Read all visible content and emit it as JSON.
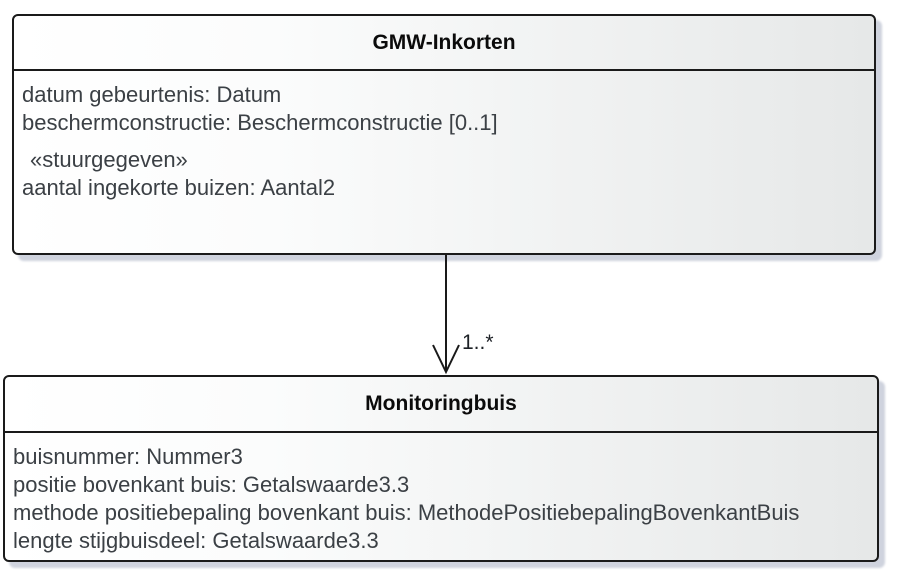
{
  "diagram": {
    "classes": [
      {
        "name": "GMW-Inkorten",
        "attributes": [
          "datum gebeurtenis: Datum",
          "beschermconstructie: Beschermconstructie [0..1]"
        ],
        "stereotype": "«stuurgegeven»",
        "stereotyped_attributes": [
          "aantal ingekorte buizen: Aantal2"
        ]
      },
      {
        "name": "Monitoringbuis",
        "attributes": [
          "buisnummer: Nummer3",
          "positie bovenkant buis: Getalswaarde3.3",
          "methode positiebepaling bovenkant buis: MethodePositiebepalingBovenkantBuis",
          "lengte stijgbuisdeel: Getalswaarde3.3"
        ]
      }
    ],
    "association": {
      "multiplicity": "1..*"
    },
    "colors": {
      "border": "#1a1a1a",
      "fill_start": "#ffffff",
      "fill_end": "#e6e8e8",
      "shadow": "#cfd3de",
      "attribute_text": "#3b4045",
      "title_text": "#0b0b0b"
    }
  }
}
